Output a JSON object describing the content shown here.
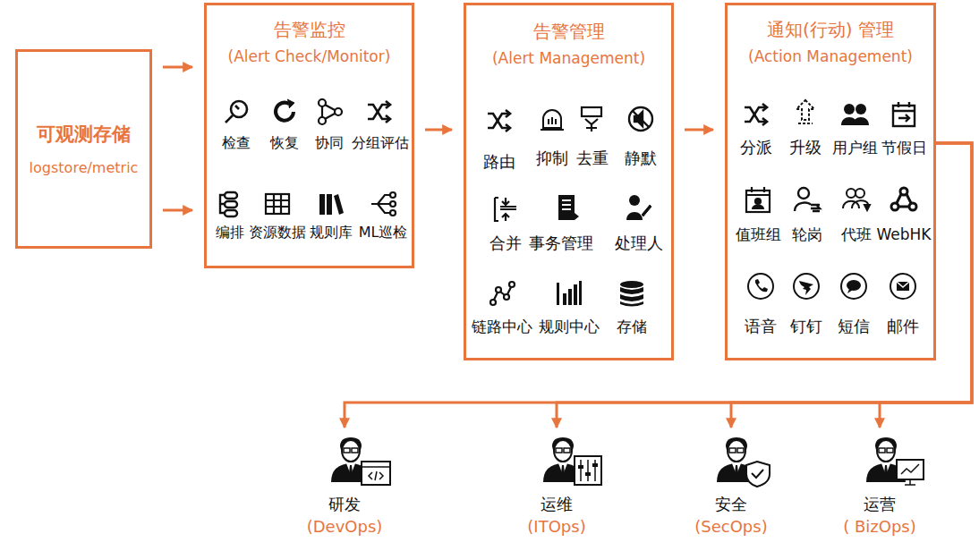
{
  "diagram": {
    "nodes": [
      {
        "text": [
          "可观测存储",
          "logstore/metric"
        ]
      },
      {
        "text": [
          "告警监控",
          "(Alert Check/Monitor)"
        ]
      },
      {
        "text": [
          "告警管理",
          "(Alert Management)"
        ]
      },
      {
        "text": [
          "通知(行动) 管理",
          "(Action Management)"
        ]
      },
      {
        "text": [
          "研发",
          "(DevOps)"
        ]
      },
      {
        "text": [
          "运维",
          "(ITOps)"
        ]
      },
      {
        "text": [
          "安全",
          "(SecOps)"
        ]
      },
      {
        "text": [
          "运营",
          "( BizOps)"
        ]
      }
    ],
    "edges": [
      {
        "from": 0,
        "to": 1,
        "arrow": "to"
      },
      {
        "from": 0,
        "to": 1,
        "arrow": "to"
      },
      {
        "from": 1,
        "to": 2,
        "arrow": "to"
      },
      {
        "from": 2,
        "to": 3,
        "arrow": "to"
      },
      {
        "from": 3,
        "to": 4,
        "arrow": "to"
      },
      {
        "from": 3,
        "to": 5,
        "arrow": "to"
      },
      {
        "from": 3,
        "to": 6,
        "arrow": "to"
      },
      {
        "from": 3,
        "to": 7,
        "arrow": "to"
      }
    ],
    "labels": [
      "检查",
      "恢复",
      "协同",
      "分组评估",
      "编排",
      "资源数据",
      "规则库",
      "ML巡检",
      "路由",
      "抑制",
      "去重",
      "静默",
      "合并",
      "事务管理",
      "处理人",
      "链路中心",
      "规则中心",
      "存储",
      "分派",
      "升级",
      "用户组",
      "节假日",
      "值班组",
      "轮岗",
      "代班",
      "WebHK",
      "语音",
      "钉钉",
      "短信",
      "邮件"
    ]
  }
}
